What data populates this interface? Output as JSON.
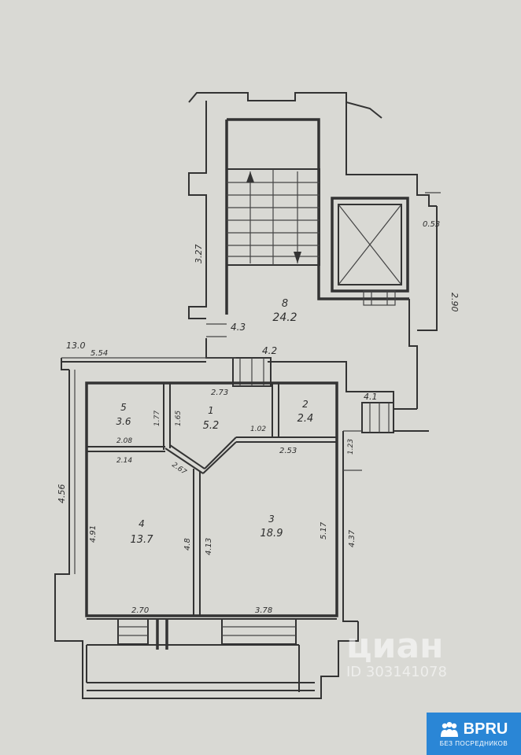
{
  "plan": {
    "rooms": [
      {
        "id": "room-8",
        "number": "8",
        "area": "24.2"
      },
      {
        "id": "room-1",
        "number": "1",
        "area": "5.2"
      },
      {
        "id": "room-2",
        "number": "2",
        "area": "2.4"
      },
      {
        "id": "room-3",
        "number": "3",
        "area": "18.9"
      },
      {
        "id": "room-4",
        "number": "4",
        "area": "13.7"
      },
      {
        "id": "room-5",
        "number": "5",
        "area": "3.6"
      }
    ],
    "dimensions": [
      "3.27",
      "4.3",
      "4.2",
      "13.0",
      "5.54",
      "2.73",
      "4.1",
      "0.53",
      "2.90",
      "1.77",
      "1.65",
      "1.02",
      "2.08",
      "2.14",
      "2.53",
      "1.23",
      "2.67",
      "4.56",
      "4.91",
      "4.8",
      "4.13",
      "5.17",
      "4.37",
      "2.70",
      "3.78"
    ]
  },
  "watermark": {
    "brand": "циан",
    "listing_id": "ID 303141078"
  },
  "badge": {
    "brand": "BPRU",
    "subtitle": "БЕЗ ПОСРЕДНИКОВ"
  }
}
